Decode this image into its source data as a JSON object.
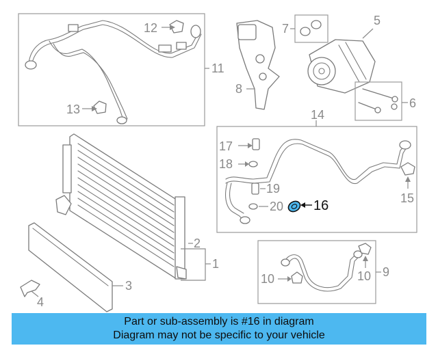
{
  "diagram": {
    "callouts": {
      "c1": "1",
      "c2": "2",
      "c3": "3",
      "c4": "4",
      "c5": "5",
      "c6": "6",
      "c7": "7",
      "c8": "8",
      "c9": "9",
      "c10a": "10",
      "c10b": "10",
      "c11": "11",
      "c12": "12",
      "c13": "13",
      "c14": "14",
      "c15": "15",
      "c16": "16",
      "c17": "17",
      "c18": "18",
      "c19": "19",
      "c20": "20"
    },
    "highlight_color": "#4db8f0"
  },
  "banner": {
    "line1": "Part or sub-assembly is #16 in diagram",
    "line2": "Diagram may not be specific to your vehicle",
    "background": "#4db8f0"
  }
}
